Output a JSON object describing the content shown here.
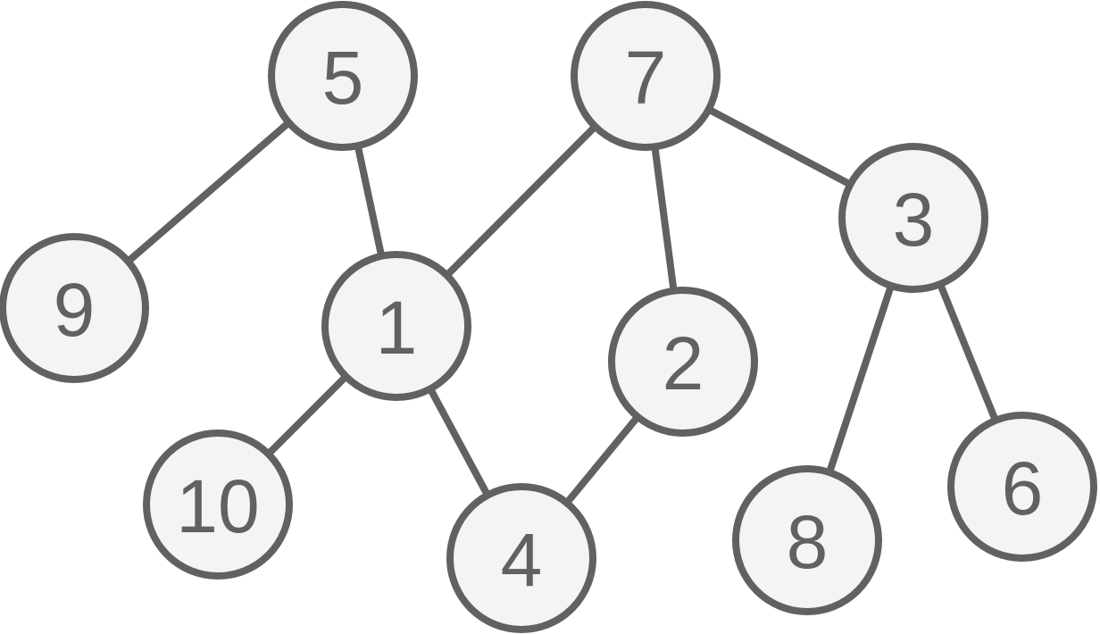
{
  "graph": {
    "nodes": [
      {
        "id": "5",
        "label": "5"
      },
      {
        "id": "7",
        "label": "7"
      },
      {
        "id": "3",
        "label": "3"
      },
      {
        "id": "9",
        "label": "9"
      },
      {
        "id": "1",
        "label": "1"
      },
      {
        "id": "2",
        "label": "2"
      },
      {
        "id": "10",
        "label": "10"
      },
      {
        "id": "4",
        "label": "4"
      },
      {
        "id": "8",
        "label": "8"
      },
      {
        "id": "6",
        "label": "6"
      }
    ],
    "edges": [
      [
        "5",
        "9"
      ],
      [
        "5",
        "1"
      ],
      [
        "7",
        "1"
      ],
      [
        "7",
        "2"
      ],
      [
        "7",
        "3"
      ],
      [
        "1",
        "10"
      ],
      [
        "1",
        "4"
      ],
      [
        "2",
        "4"
      ],
      [
        "3",
        "8"
      ],
      [
        "3",
        "6"
      ]
    ],
    "colors": {
      "stroke": "#616161",
      "fill": "#f4f4f4",
      "text": "#616161"
    }
  }
}
